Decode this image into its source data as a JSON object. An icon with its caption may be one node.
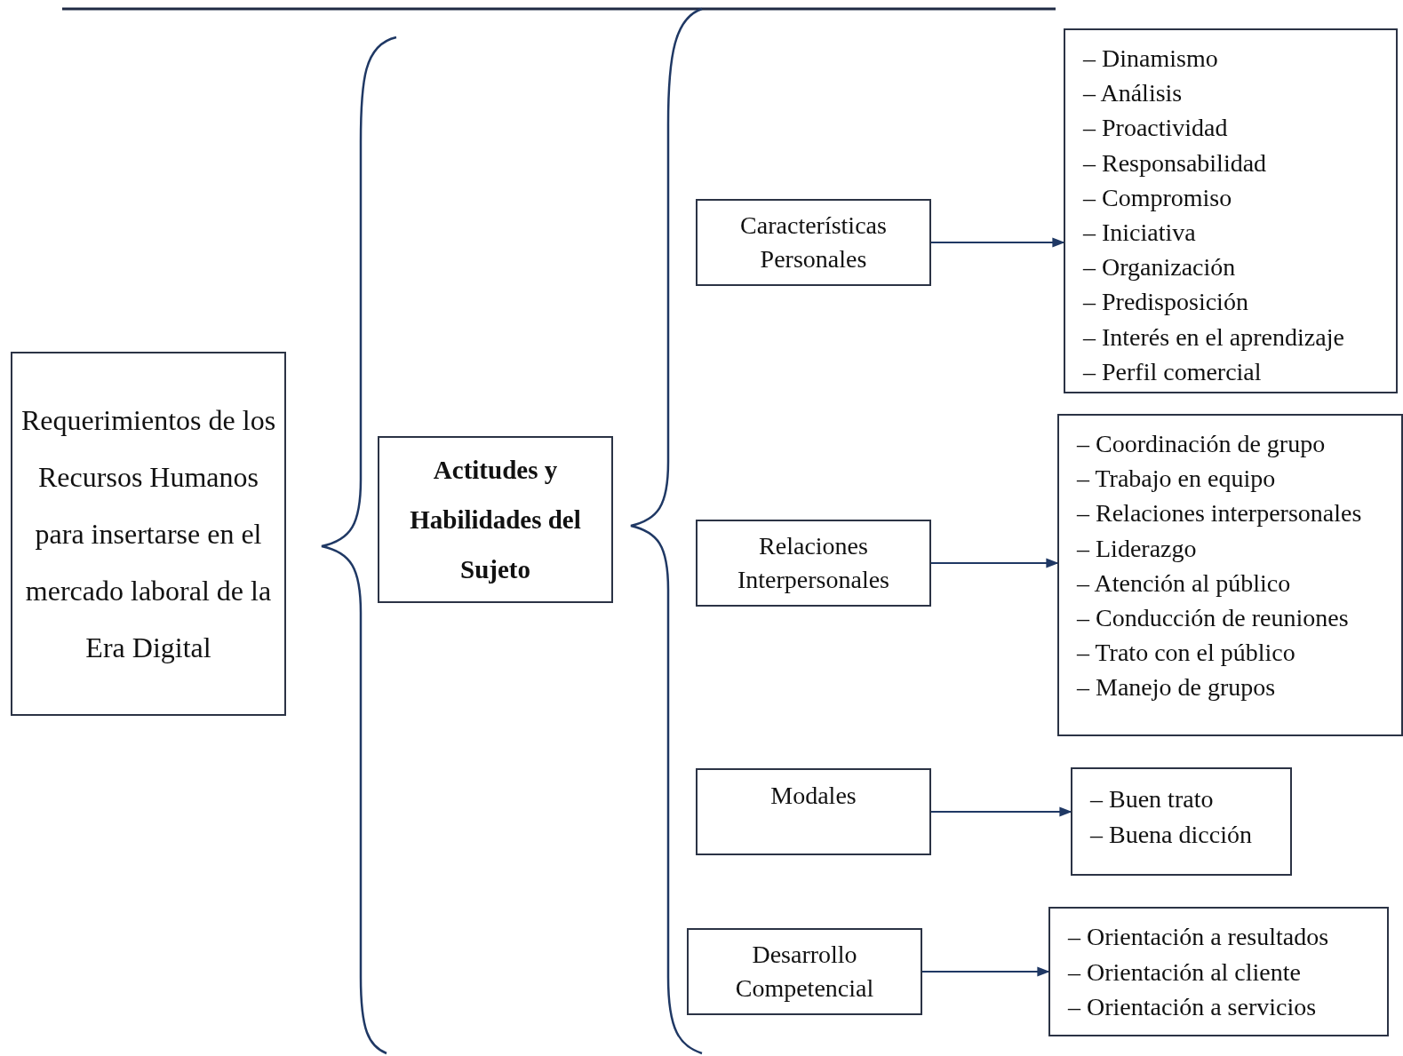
{
  "diagram": {
    "nodes": [
      {
        "text": [
          "Requerimientos de los Recursos Humanos para insertarse en el mercado laboral de la Era Digital"
        ]
      },
      {
        "text": [
          "Actitudes y Habilidades del Sujeto"
        ]
      },
      {
        "text": [
          "Características Personales"
        ]
      },
      {
        "text": [
          "– Dinamismo",
          "– Análisis",
          "– Proactividad",
          "– Responsabilidad",
          "– Compromiso",
          "– Iniciativa",
          "– Organización",
          "– Predisposición",
          "– Interés en el aprendizaje",
          "– Perfil comercial"
        ]
      },
      {
        "text": [
          "Relaciones Interpersonales"
        ]
      },
      {
        "text": [
          "– Coordinación de grupo",
          "– Trabajo en equipo",
          "– Relaciones interpersonales",
          "– Liderazgo",
          "– Atención al público",
          "– Conducción de reuniones",
          "– Trato con el público",
          "– Manejo de grupos"
        ]
      },
      {
        "text": [
          "Modales"
        ]
      },
      {
        "text": [
          "– Buen trato",
          "– Buena dicción"
        ]
      },
      {
        "text": [
          "Desarrollo Competencial"
        ]
      },
      {
        "text": [
          "– Orientación a resultados",
          "– Orientación al cliente",
          "– Orientación a servicios"
        ]
      }
    ],
    "edges": [
      {
        "from": 2,
        "to": 3,
        "arrow": "to"
      },
      {
        "from": 4,
        "to": 5,
        "arrow": "to"
      },
      {
        "from": 6,
        "to": 7,
        "arrow": "to"
      },
      {
        "from": 8,
        "to": 9,
        "arrow": "to"
      }
    ]
  }
}
